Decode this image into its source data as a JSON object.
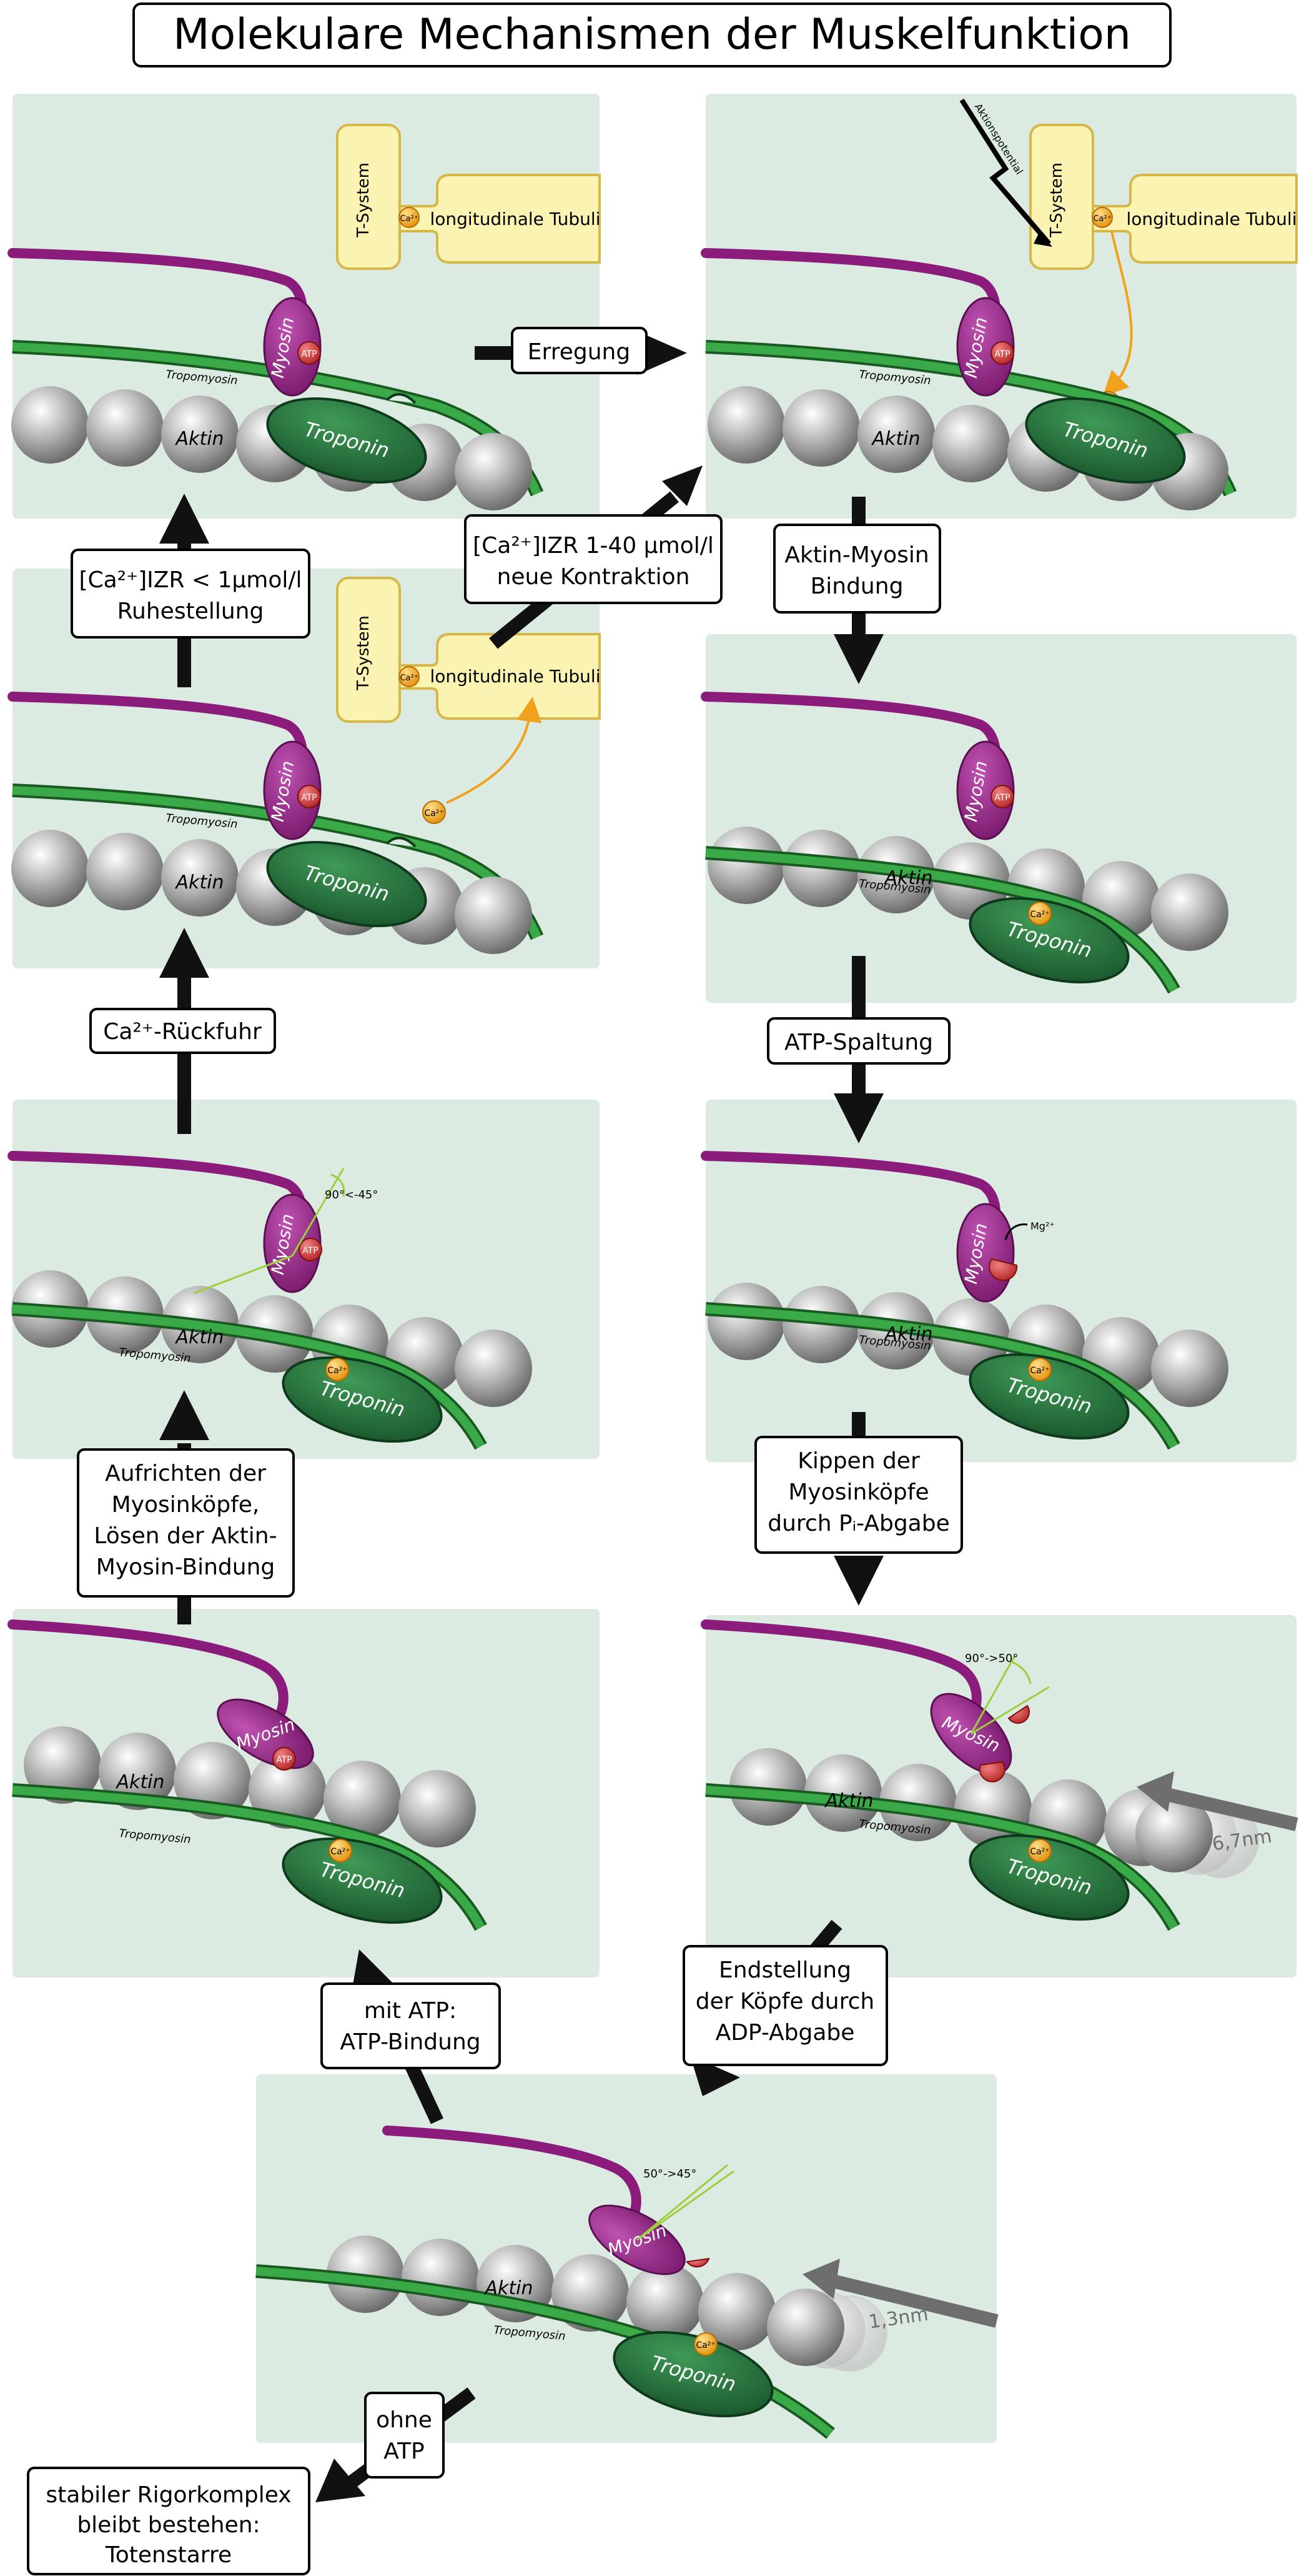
{
  "title": "Molekulare Mechanismen der Muskelfunktion",
  "labels": {
    "t_system": "T-System",
    "longitudinal_tubuli": "longitudinale Tubuli",
    "myosin": "Myosin",
    "aktin": "Aktin",
    "troponin": "Troponin",
    "tropomyosin": "Tropomyosin",
    "atp": "ATP",
    "ca": "Ca²⁺",
    "mg": "Mg²⁺",
    "aktionspotential": "Aktionspotential"
  },
  "angles": {
    "a1": "90°<-45°",
    "a2": "90°->50°",
    "a3": "50°->45°"
  },
  "distances": {
    "d1": "6,7nm",
    "d2": "1,3nm"
  },
  "steps": {
    "erregung": "Erregung",
    "bindung": [
      "Aktin-Myosin",
      "Bindung"
    ],
    "spaltung": "ATP-Spaltung",
    "kippen": [
      "Kippen der",
      "Myosinköpfe",
      "durch Pᵢ-Abgabe"
    ],
    "endstellung": [
      "Endstellung",
      "der Köpfe durch",
      "ADP-Abgabe"
    ],
    "mit_atp": [
      "mit ATP:",
      "ATP-Bindung"
    ],
    "ohne_atp": [
      "ohne",
      "ATP"
    ],
    "rigor": [
      "stabiler Rigorkomplex",
      "bleibt bestehen:",
      "Totenstarre"
    ],
    "aufrichten": [
      "Aufrichten der",
      "Myosinköpfe,",
      "Lösen der Aktin-",
      "Myosin-Bindung"
    ],
    "rueckfuhr": "Ca²⁺-Rückfuhr",
    "ruhe": [
      "[Ca²⁺]IZR < 1µmol/l",
      "Ruhestellung"
    ],
    "kontraktion": [
      "[Ca²⁺]IZR 1-40 µmol/l",
      "neue Kontraktion"
    ]
  },
  "colors": {
    "panel_bg": "#dcebe1",
    "myosin": "#8c1c7c",
    "actin_filament": "#2a9a3a",
    "troponin": "#1f6b34",
    "calcium": "#f5a623",
    "tubule": "#fbf3b2",
    "arrow": "#111111",
    "shift_arrow": "#6e6e6e"
  }
}
